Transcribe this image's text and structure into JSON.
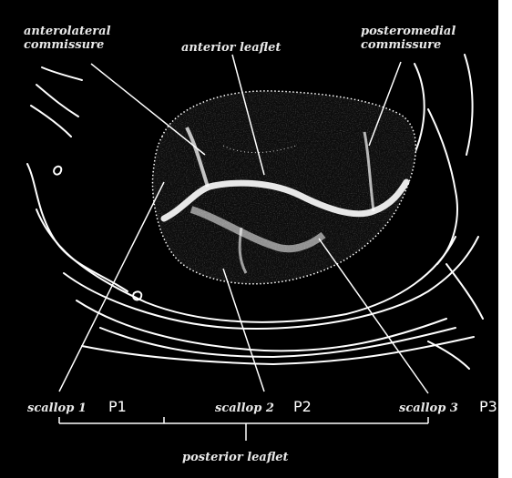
{
  "labels": {
    "anterolateral_commissure": [
      "anterolateral",
      "commissure"
    ],
    "anterior_leaflet": "anterior leaflet",
    "posteromedial_commissure": [
      "posteromedial",
      "commissure"
    ],
    "scallop_1": "scallop 1",
    "scallop_2": "scallop 2",
    "scallop_3": "scallop 3",
    "posterior_leaflet": "posterior leaflet"
  },
  "codes": {
    "p1": "P1",
    "p2": "P2",
    "p3": "P3"
  },
  "colors": {
    "background": "#000000",
    "ink": "#ffffff",
    "label": "#e9e9e9",
    "edge": "#ffffff"
  }
}
